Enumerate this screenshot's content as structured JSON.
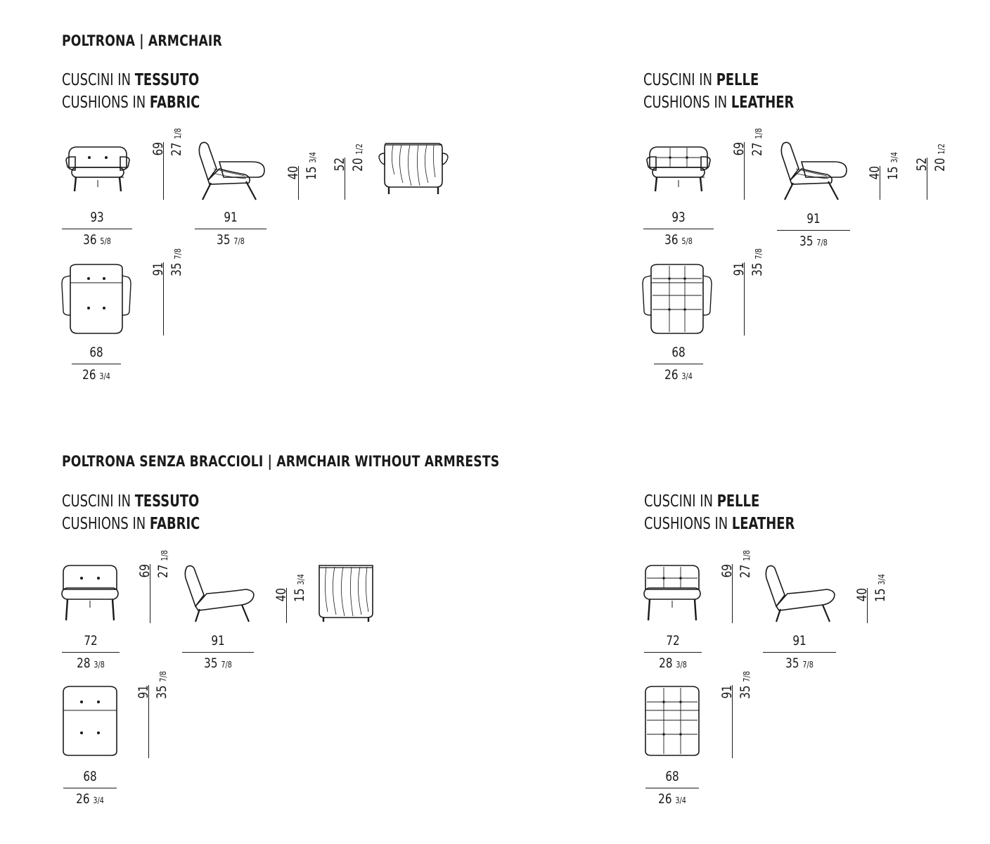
{
  "sections": [
    {
      "title": "POLTRONA | ARMCHAIR",
      "fabric": {
        "line1_plain": "CUSCINI IN",
        "line1_bold": "TESSUTO",
        "line2_plain": "CUSHIONS IN",
        "line2_bold": "FABRIC"
      },
      "leather": {
        "line1_plain": "CUSCINI IN",
        "line1_bold": "PELLE",
        "line2_plain": "CUSHIONS IN",
        "line2_bold": "LEATHER"
      },
      "front_width": {
        "cm": "93",
        "in": "36",
        "in_frac": "5/8"
      },
      "side_width": {
        "cm": "91",
        "in": "35",
        "in_frac": "7/8"
      },
      "height": {
        "cm": "69",
        "in": "27",
        "in_frac": "1/8"
      },
      "seat_height": {
        "cm": "40",
        "in": "15",
        "in_frac": "3/4"
      },
      "arm_height": {
        "cm": "52",
        "in": "20",
        "in_frac": "1/2"
      },
      "top_width": {
        "cm": "68",
        "in": "26",
        "in_frac": "3/4"
      },
      "top_depth": {
        "cm": "91",
        "in": "35",
        "in_frac": "7/8"
      }
    },
    {
      "title": "POLTRONA SENZA BRACCIOLI | ARMCHAIR WITHOUT ARMRESTS",
      "fabric": {
        "line1_plain": "CUSCINI IN",
        "line1_bold": "TESSUTO",
        "line2_plain": "CUSHIONS IN",
        "line2_bold": "FABRIC"
      },
      "leather": {
        "line1_plain": "CUSCINI IN",
        "line1_bold": "PELLE",
        "line2_plain": "CUSHIONS IN",
        "line2_bold": "LEATHER"
      },
      "front_width": {
        "cm": "72",
        "in": "28",
        "in_frac": "3/8"
      },
      "side_width": {
        "cm": "91",
        "in": "35",
        "in_frac": "7/8"
      },
      "height": {
        "cm": "69",
        "in": "27",
        "in_frac": "1/8"
      },
      "seat_height": {
        "cm": "40",
        "in": "15",
        "in_frac": "3/4"
      },
      "top_width": {
        "cm": "68",
        "in": "26",
        "in_frac": "3/4"
      },
      "top_depth": {
        "cm": "91",
        "in": "35",
        "in_frac": "7/8"
      }
    }
  ]
}
